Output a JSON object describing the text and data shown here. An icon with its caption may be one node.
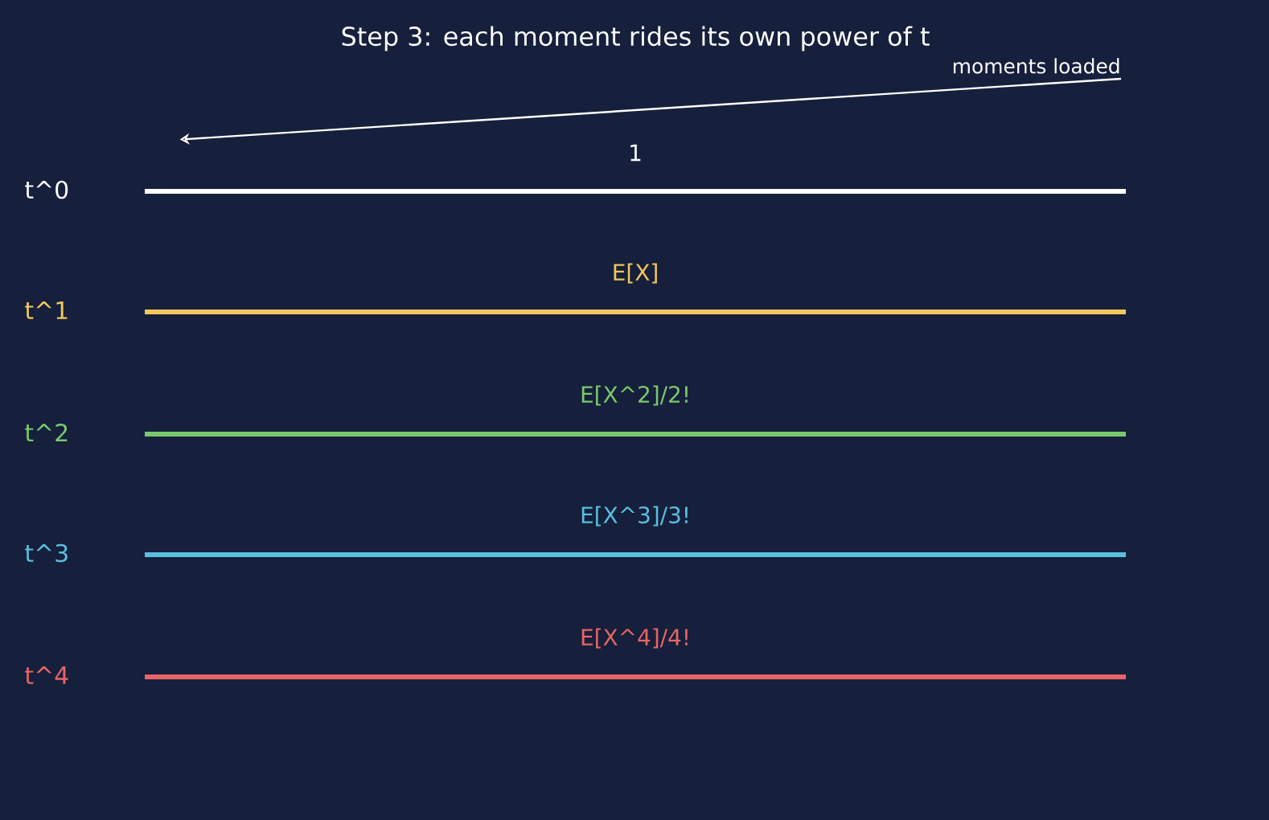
{
  "diagram": {
    "title": "Step 3: each moment rides its own power of t",
    "nodes": [
      {
        "text": [
          "moments loaded"
        ]
      },
      {
        "text": [
          "t^0",
          "1"
        ]
      },
      {
        "text": [
          "t^1",
          "E[X]"
        ]
      },
      {
        "text": [
          "t^2",
          "E[X^2]/2!"
        ]
      },
      {
        "text": [
          "t^3",
          "E[X^3]/3!"
        ]
      },
      {
        "text": [
          "t^4",
          "E[X^4]/4!"
        ]
      }
    ],
    "edges": [
      {
        "from": 0,
        "to": 1,
        "arrow": "to"
      }
    ]
  }
}
